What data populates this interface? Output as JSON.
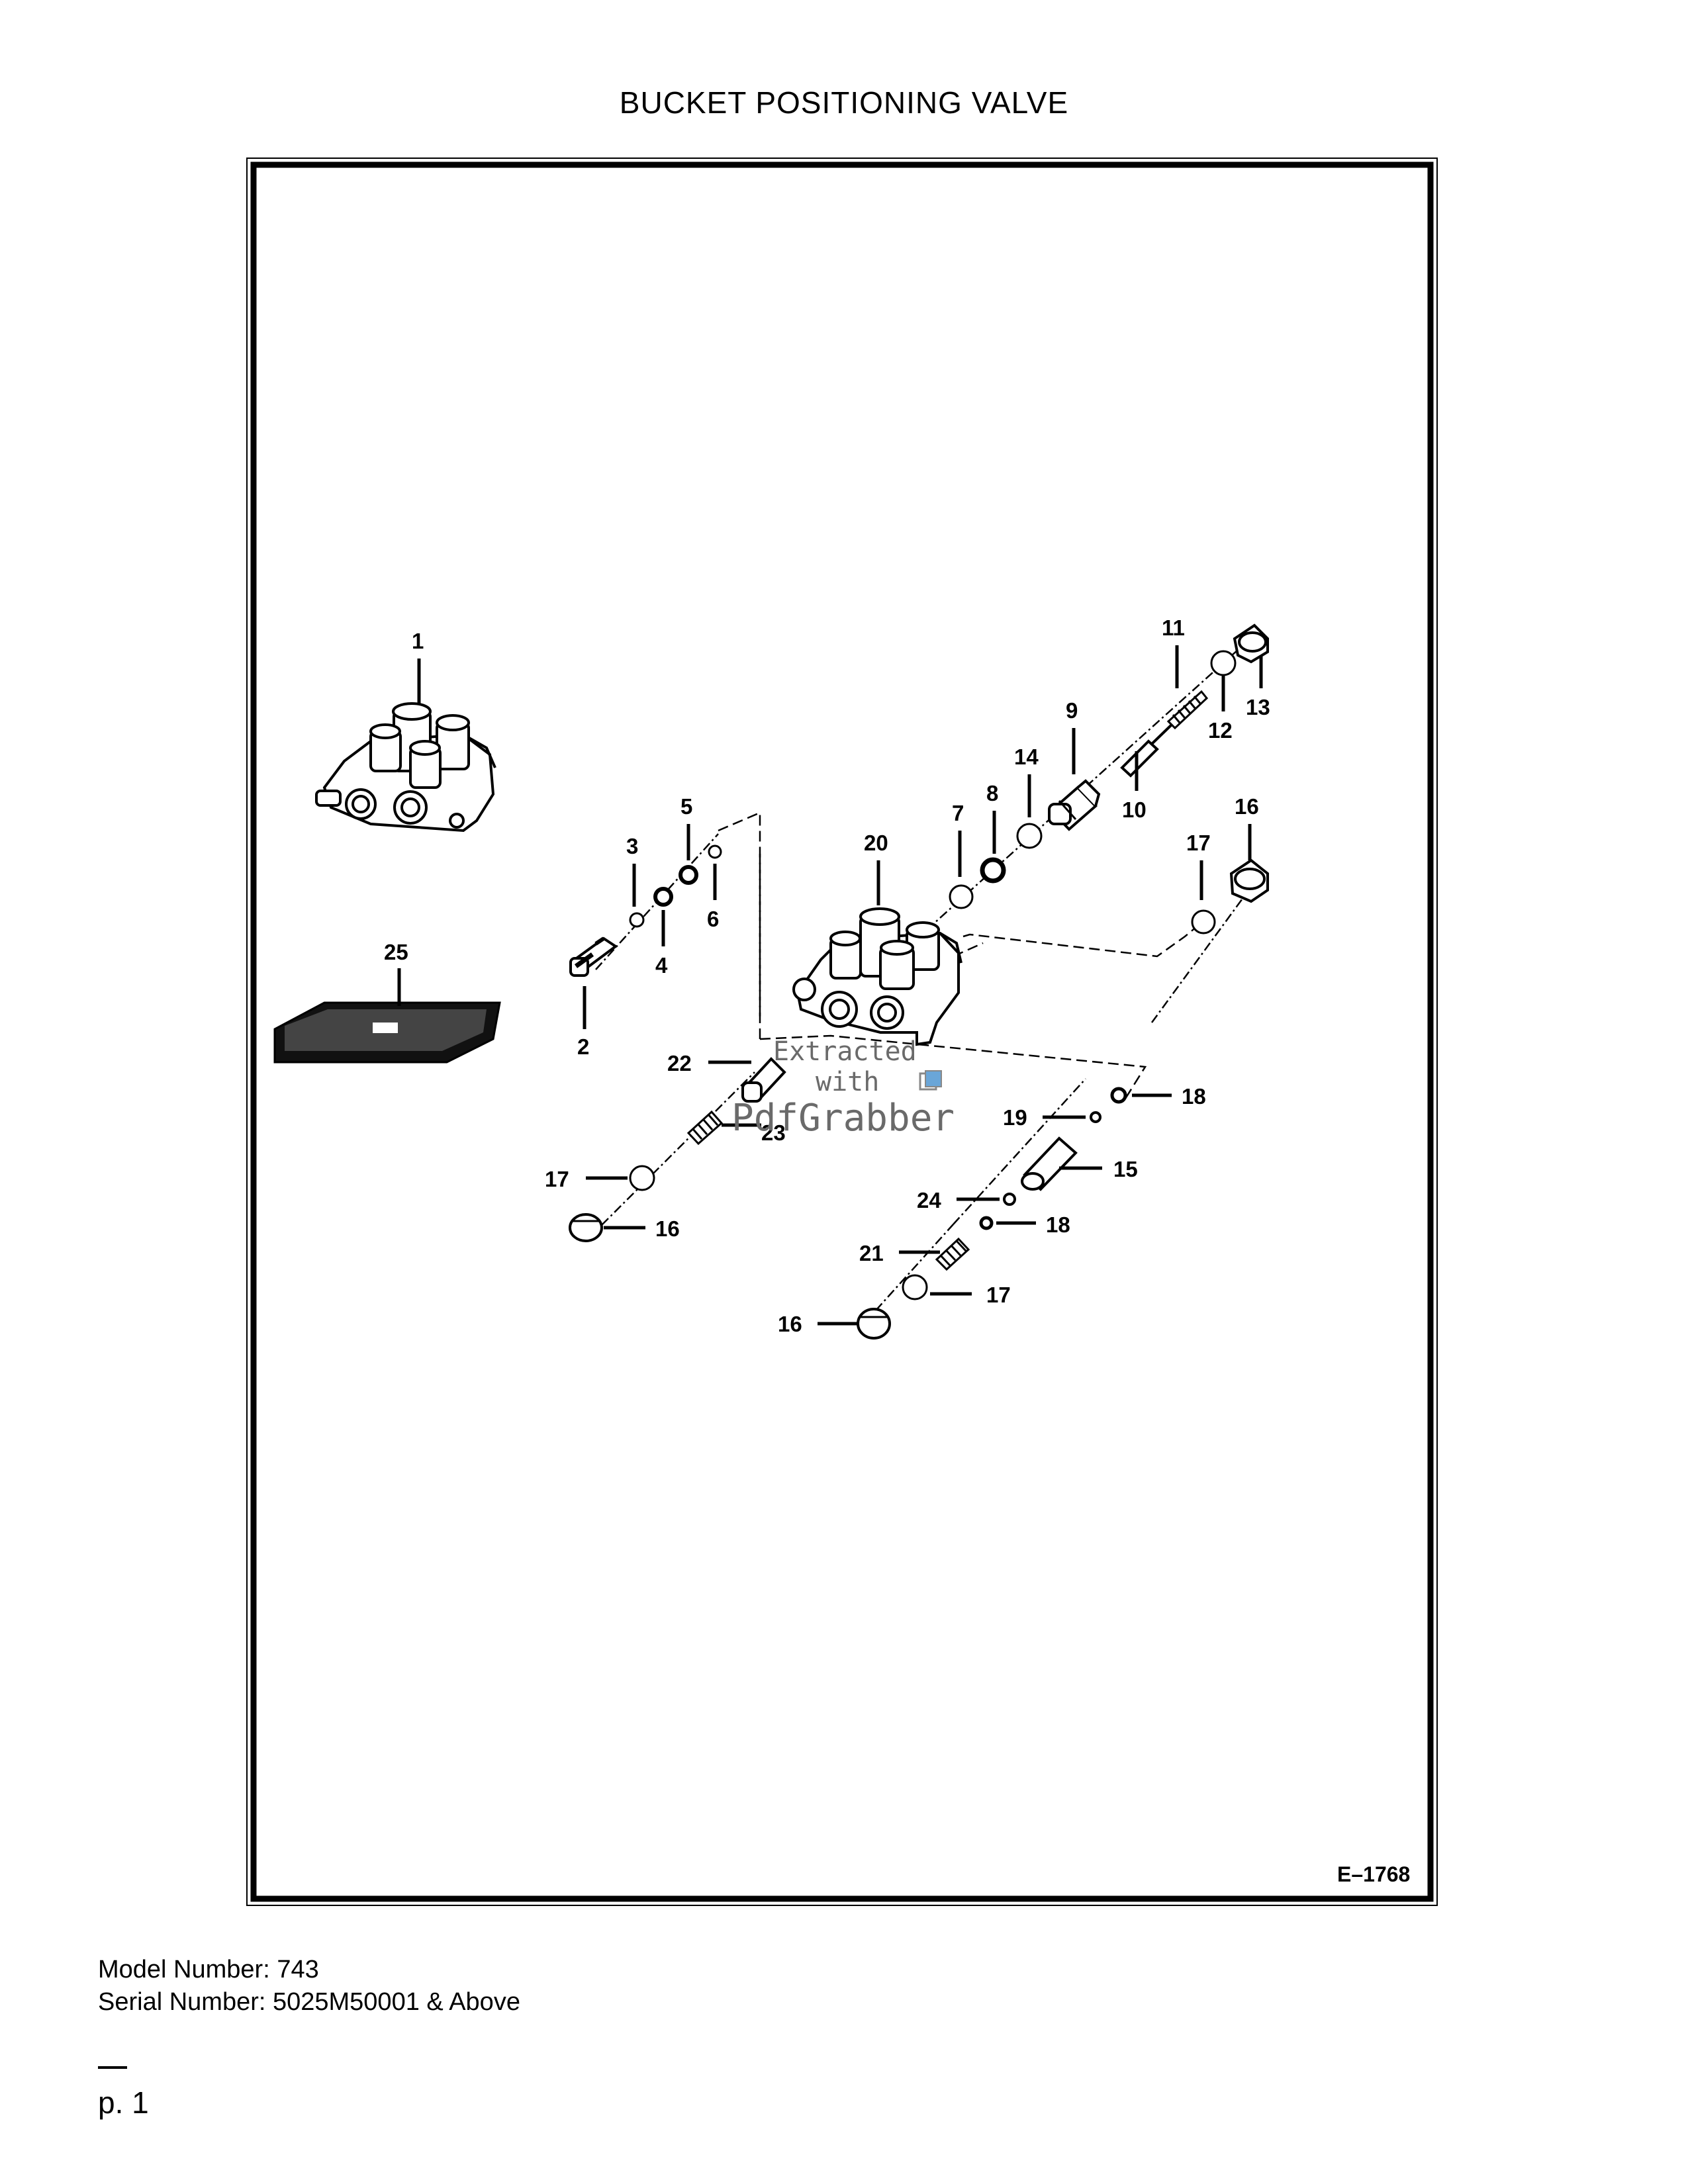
{
  "document": {
    "title": "BUCKET POSITIONING VALVE",
    "drawing_code": "E–1768",
    "model_number": "Model Number: 743",
    "serial_number": "Serial Number: 5025M50001 & Above",
    "page_label": "p. 1"
  },
  "watermark": {
    "line1": "Extracted",
    "line2": "with",
    "line3": "PdfGrabber"
  },
  "callouts": {
    "c1": "1",
    "c2": "2",
    "c3": "3",
    "c4": "4",
    "c5": "5",
    "c6": "6",
    "c7": "7",
    "c8": "8",
    "c9": "9",
    "c10": "10",
    "c11": "11",
    "c12": "12",
    "c13": "13",
    "c14": "14",
    "c15": "15",
    "c16a": "16",
    "c16b": "16",
    "c16c": "16",
    "c17a": "17",
    "c17b": "17",
    "c17c": "17",
    "c18a": "18",
    "c18b": "18",
    "c19": "19",
    "c20": "20",
    "c21": "21",
    "c22": "22",
    "c23": "23",
    "c24": "24",
    "c25": "25"
  }
}
